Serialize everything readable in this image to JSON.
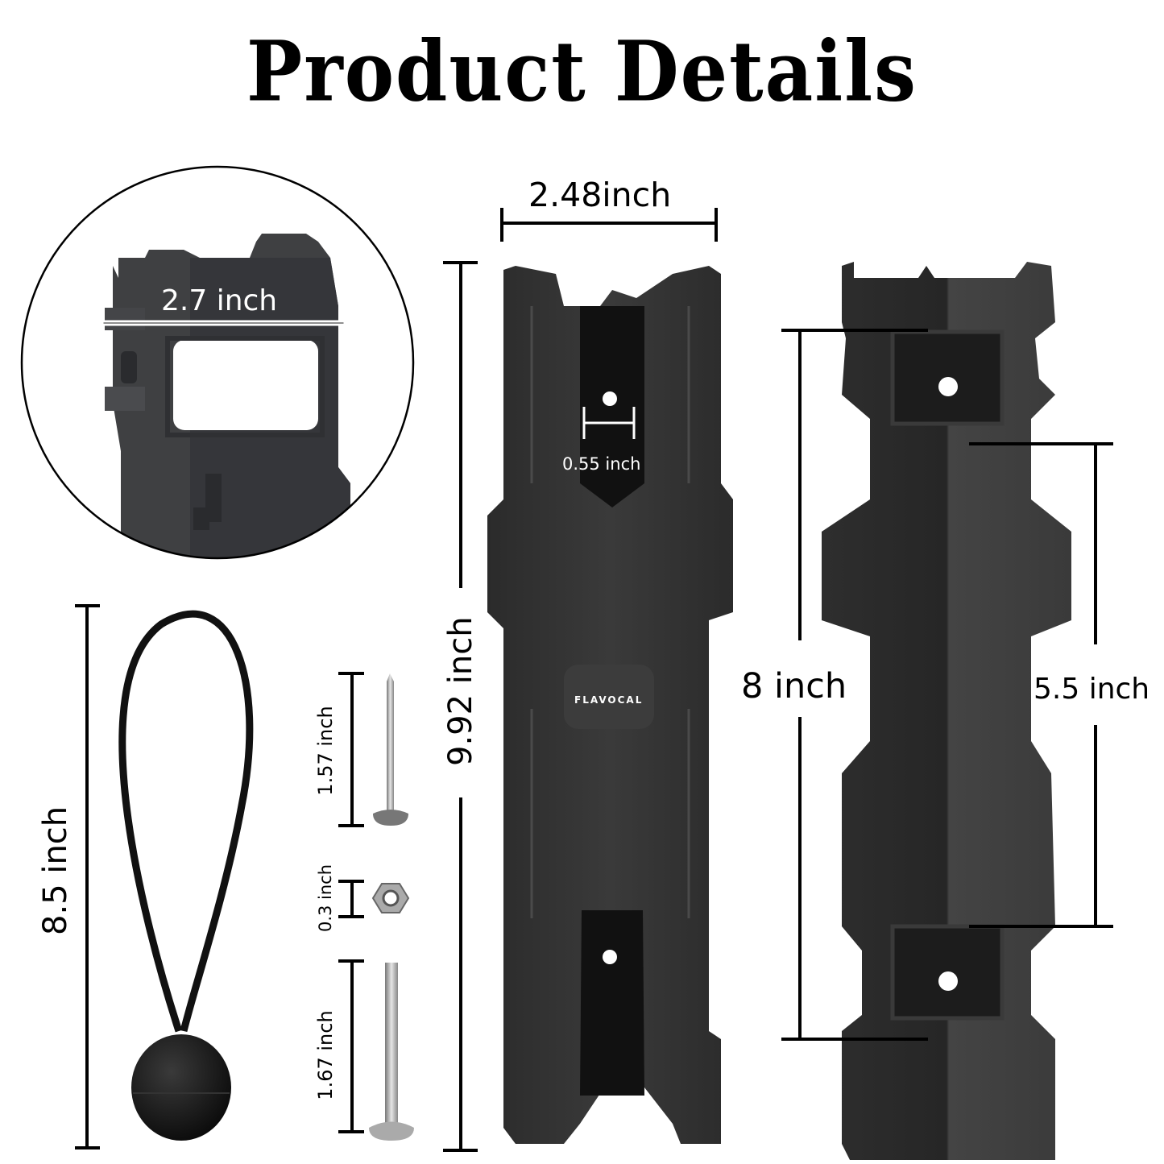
{
  "title": "Product Details",
  "brand_label": "FLAVOCAL",
  "colors": {
    "background": "#ffffff",
    "text": "#000000",
    "product_dark": "#2a2a2a",
    "product_mid": "#3c3c3c",
    "product_light": "#555555",
    "hardware_silver": "#b5b5b5"
  },
  "detail_inset": {
    "shape": "circle",
    "dimension": "2.7 inch"
  },
  "front_view": {
    "width": "2.48inch",
    "height": "9.92 inch",
    "slot_width": "0.55 inch"
  },
  "back_view": {
    "outer_mount_spacing": "8 inch",
    "inner_mount_spacing": "5.5 inch"
  },
  "accessories": {
    "bungee_ball": "8.5 inch",
    "tapping_screw": "1.57 inch",
    "nut": "0.3 inch",
    "machine_screw": "1.67 inch"
  }
}
